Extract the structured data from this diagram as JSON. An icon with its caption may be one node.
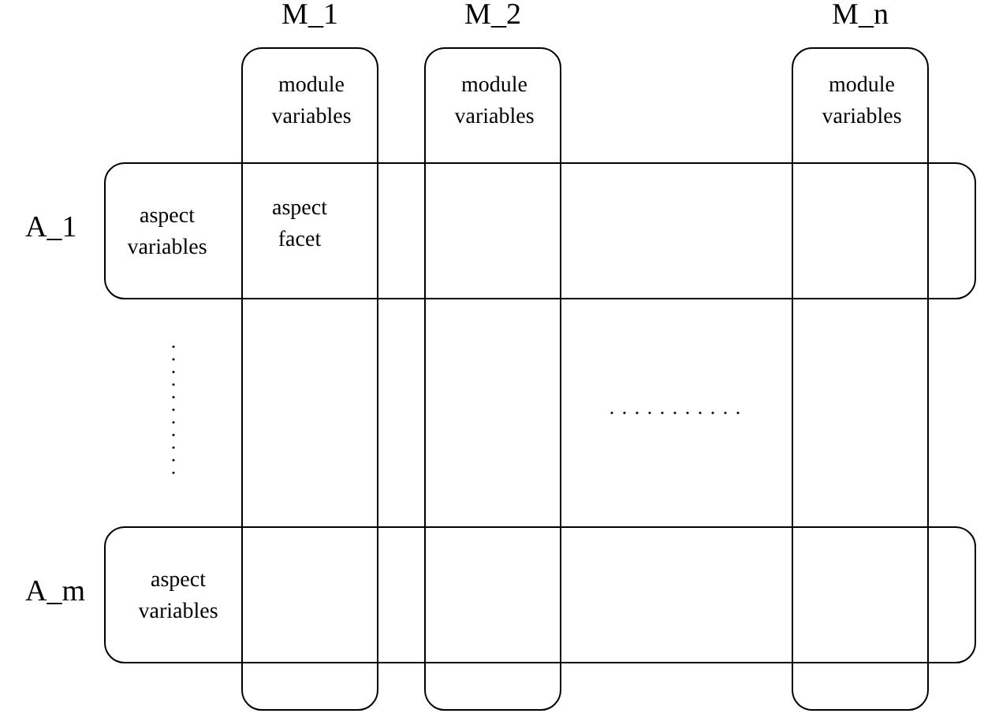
{
  "diagram": {
    "nodes": [
      {
        "text": [
          "M_1",
          "module variables"
        ]
      },
      {
        "text": [
          "M_2",
          "module variables"
        ]
      },
      {
        "text": [
          "M_n",
          "module variables"
        ]
      },
      {
        "text": [
          "A_1",
          "aspect variables"
        ]
      },
      {
        "text": [
          "A_m",
          "aspect variables"
        ]
      }
    ],
    "labels": [
      "aspect facet"
    ]
  }
}
